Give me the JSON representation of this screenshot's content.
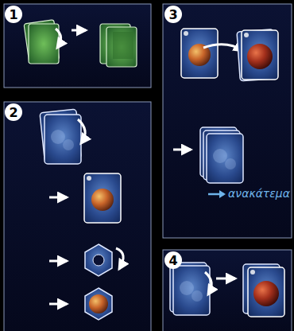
{
  "diagram": {
    "labels": [
      "1",
      "2",
      "3",
      "ανακάτεμα",
      "4"
    ]
  }
}
